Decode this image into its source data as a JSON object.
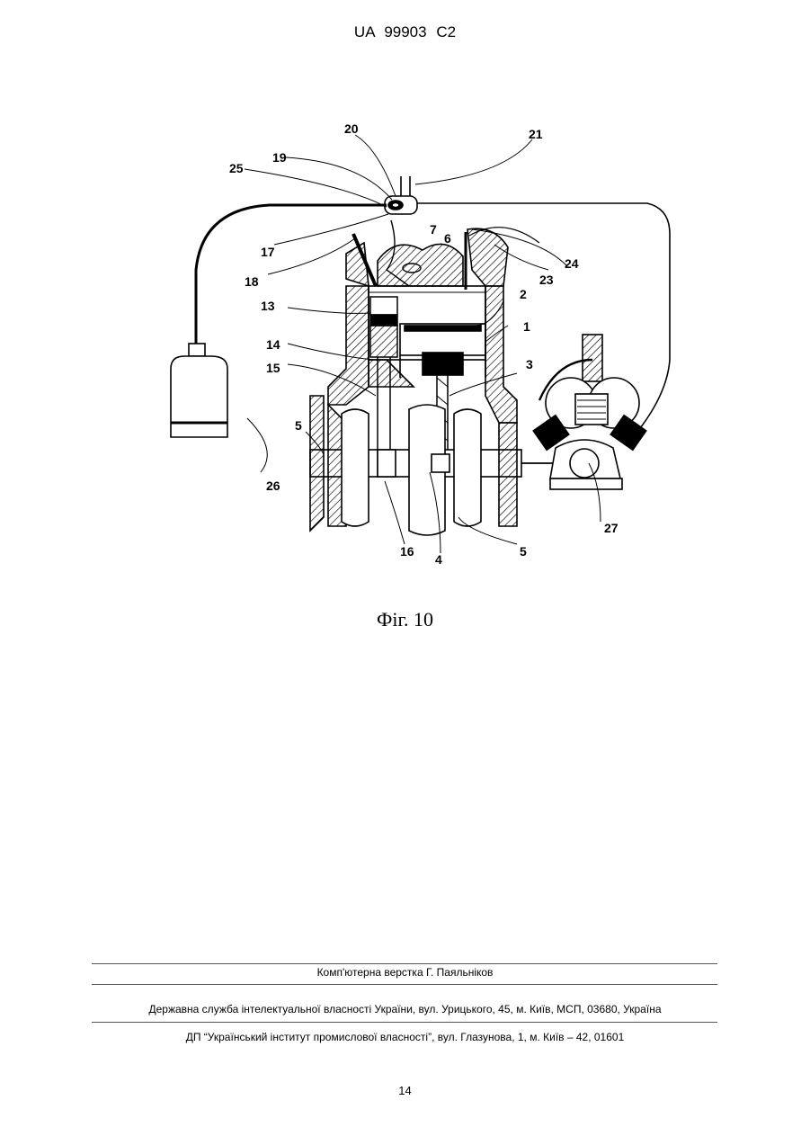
{
  "header": {
    "patent_id": "UA   99903   C2"
  },
  "figure": {
    "labels": {
      "l1": "1",
      "l2": "2",
      "l3": "3",
      "l4": "4",
      "l5a": "5",
      "l5b": "5",
      "l6": "6",
      "l7": "7",
      "l13": "13",
      "l14": "14",
      "l15": "15",
      "l16": "16",
      "l17": "17",
      "l18": "18",
      "l19": "19",
      "l20": "20",
      "l21": "21",
      "l23": "23",
      "l24": "24",
      "l25": "25",
      "l26": "26",
      "l27": "27"
    },
    "caption": "Фіг. 10"
  },
  "footer": {
    "typesetting": "Комп'ютерна верстка Г. Паяльніков",
    "agency": "Державна служба інтелектуальної власності України, вул. Урицького, 45, м. Київ, МСП, 03680, Україна",
    "institute": "ДП “Український інститут промислової власності”, вул. Глазунова, 1, м. Київ – 42, 01601"
  },
  "page_number": "14"
}
